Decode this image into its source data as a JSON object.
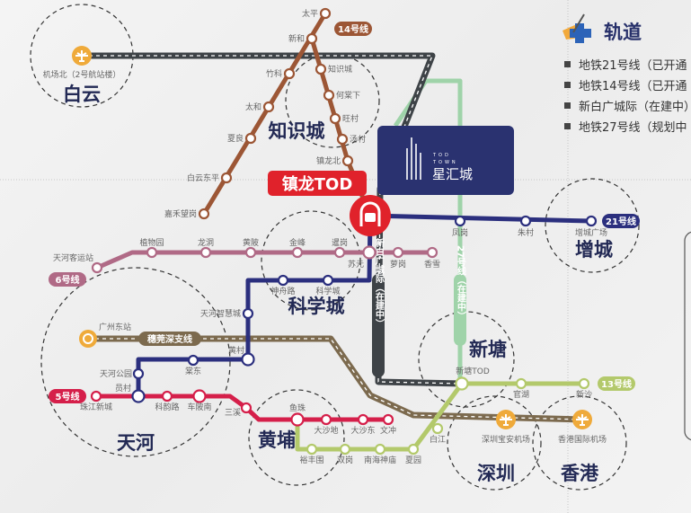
{
  "legend": {
    "title": "轨道",
    "items": [
      "地铁21号线（已开通",
      "地铁14号线（已开通",
      "新白广城际（在建中）",
      "地铁27号线（规划中"
    ]
  },
  "colors": {
    "l14": "#9c5635",
    "l21": "#2b2f7e",
    "l6": "#b06a86",
    "l5": "#d51f4a",
    "l13": "#b3c96b",
    "l27": "#9fd3a9",
    "xinbai": "#3e4347",
    "suiguanshen": "#7c6a4e",
    "tod": "#e0222b",
    "card": "#2a3270",
    "airport": "#efaa3a"
  },
  "tod_label": "镇龙TOD",
  "card": {
    "brand_line1": "TOD",
    "brand_line2": "TOWN",
    "brand_name": "星汇城"
  },
  "regions": [
    "白云",
    "知识城",
    "科学城",
    "天河",
    "黄埔",
    "增城",
    "新塘",
    "深圳",
    "香港"
  ],
  "line_labels": {
    "l14": "14号线",
    "l21": "21号线",
    "l6": "6号线",
    "l5": "5号线",
    "l13": "13号线",
    "suiguanshen": "穗莞深支线",
    "xinbai": "新白广城际（在建中）",
    "l27": "27号线（在建中）"
  },
  "lines": {
    "l14_main": [
      "太平",
      "新和",
      "竹科",
      "太和",
      "夏良",
      "白云东平",
      "嘉禾望岗"
    ],
    "l14_branch": [
      "知识城",
      "何棠下",
      "旺村",
      "汤村",
      "镇龙北"
    ],
    "l21_east": [
      "凤岗",
      "朱村",
      "增城广场"
    ],
    "l6": [
      "天河客运站",
      "植物园",
      "龙洞",
      "黄陂",
      "金峰",
      "暹岗",
      "苏元",
      "萝岗",
      "香雪"
    ],
    "l21_south": [
      "神舟路",
      "科学城",
      "天河智慧城",
      "黄村",
      "棠东",
      "天河公园",
      "员村"
    ],
    "l5": [
      "珠江新城",
      "科韵路",
      "车陂南",
      "三溪",
      "鱼珠",
      "大沙地",
      "大沙东",
      "文冲"
    ],
    "l13": [
      "裕丰围",
      "双岗",
      "南海神庙",
      "夏园",
      "白江",
      "新塘TOD",
      "官湖",
      "新沙"
    ]
  },
  "hubs": {
    "airport_north": "机场北（2号航站楼）",
    "guangzhou_east": "广州东站",
    "shenzhen_airport": "深圳宝安机场",
    "hk_airport": "香港国际机场"
  }
}
